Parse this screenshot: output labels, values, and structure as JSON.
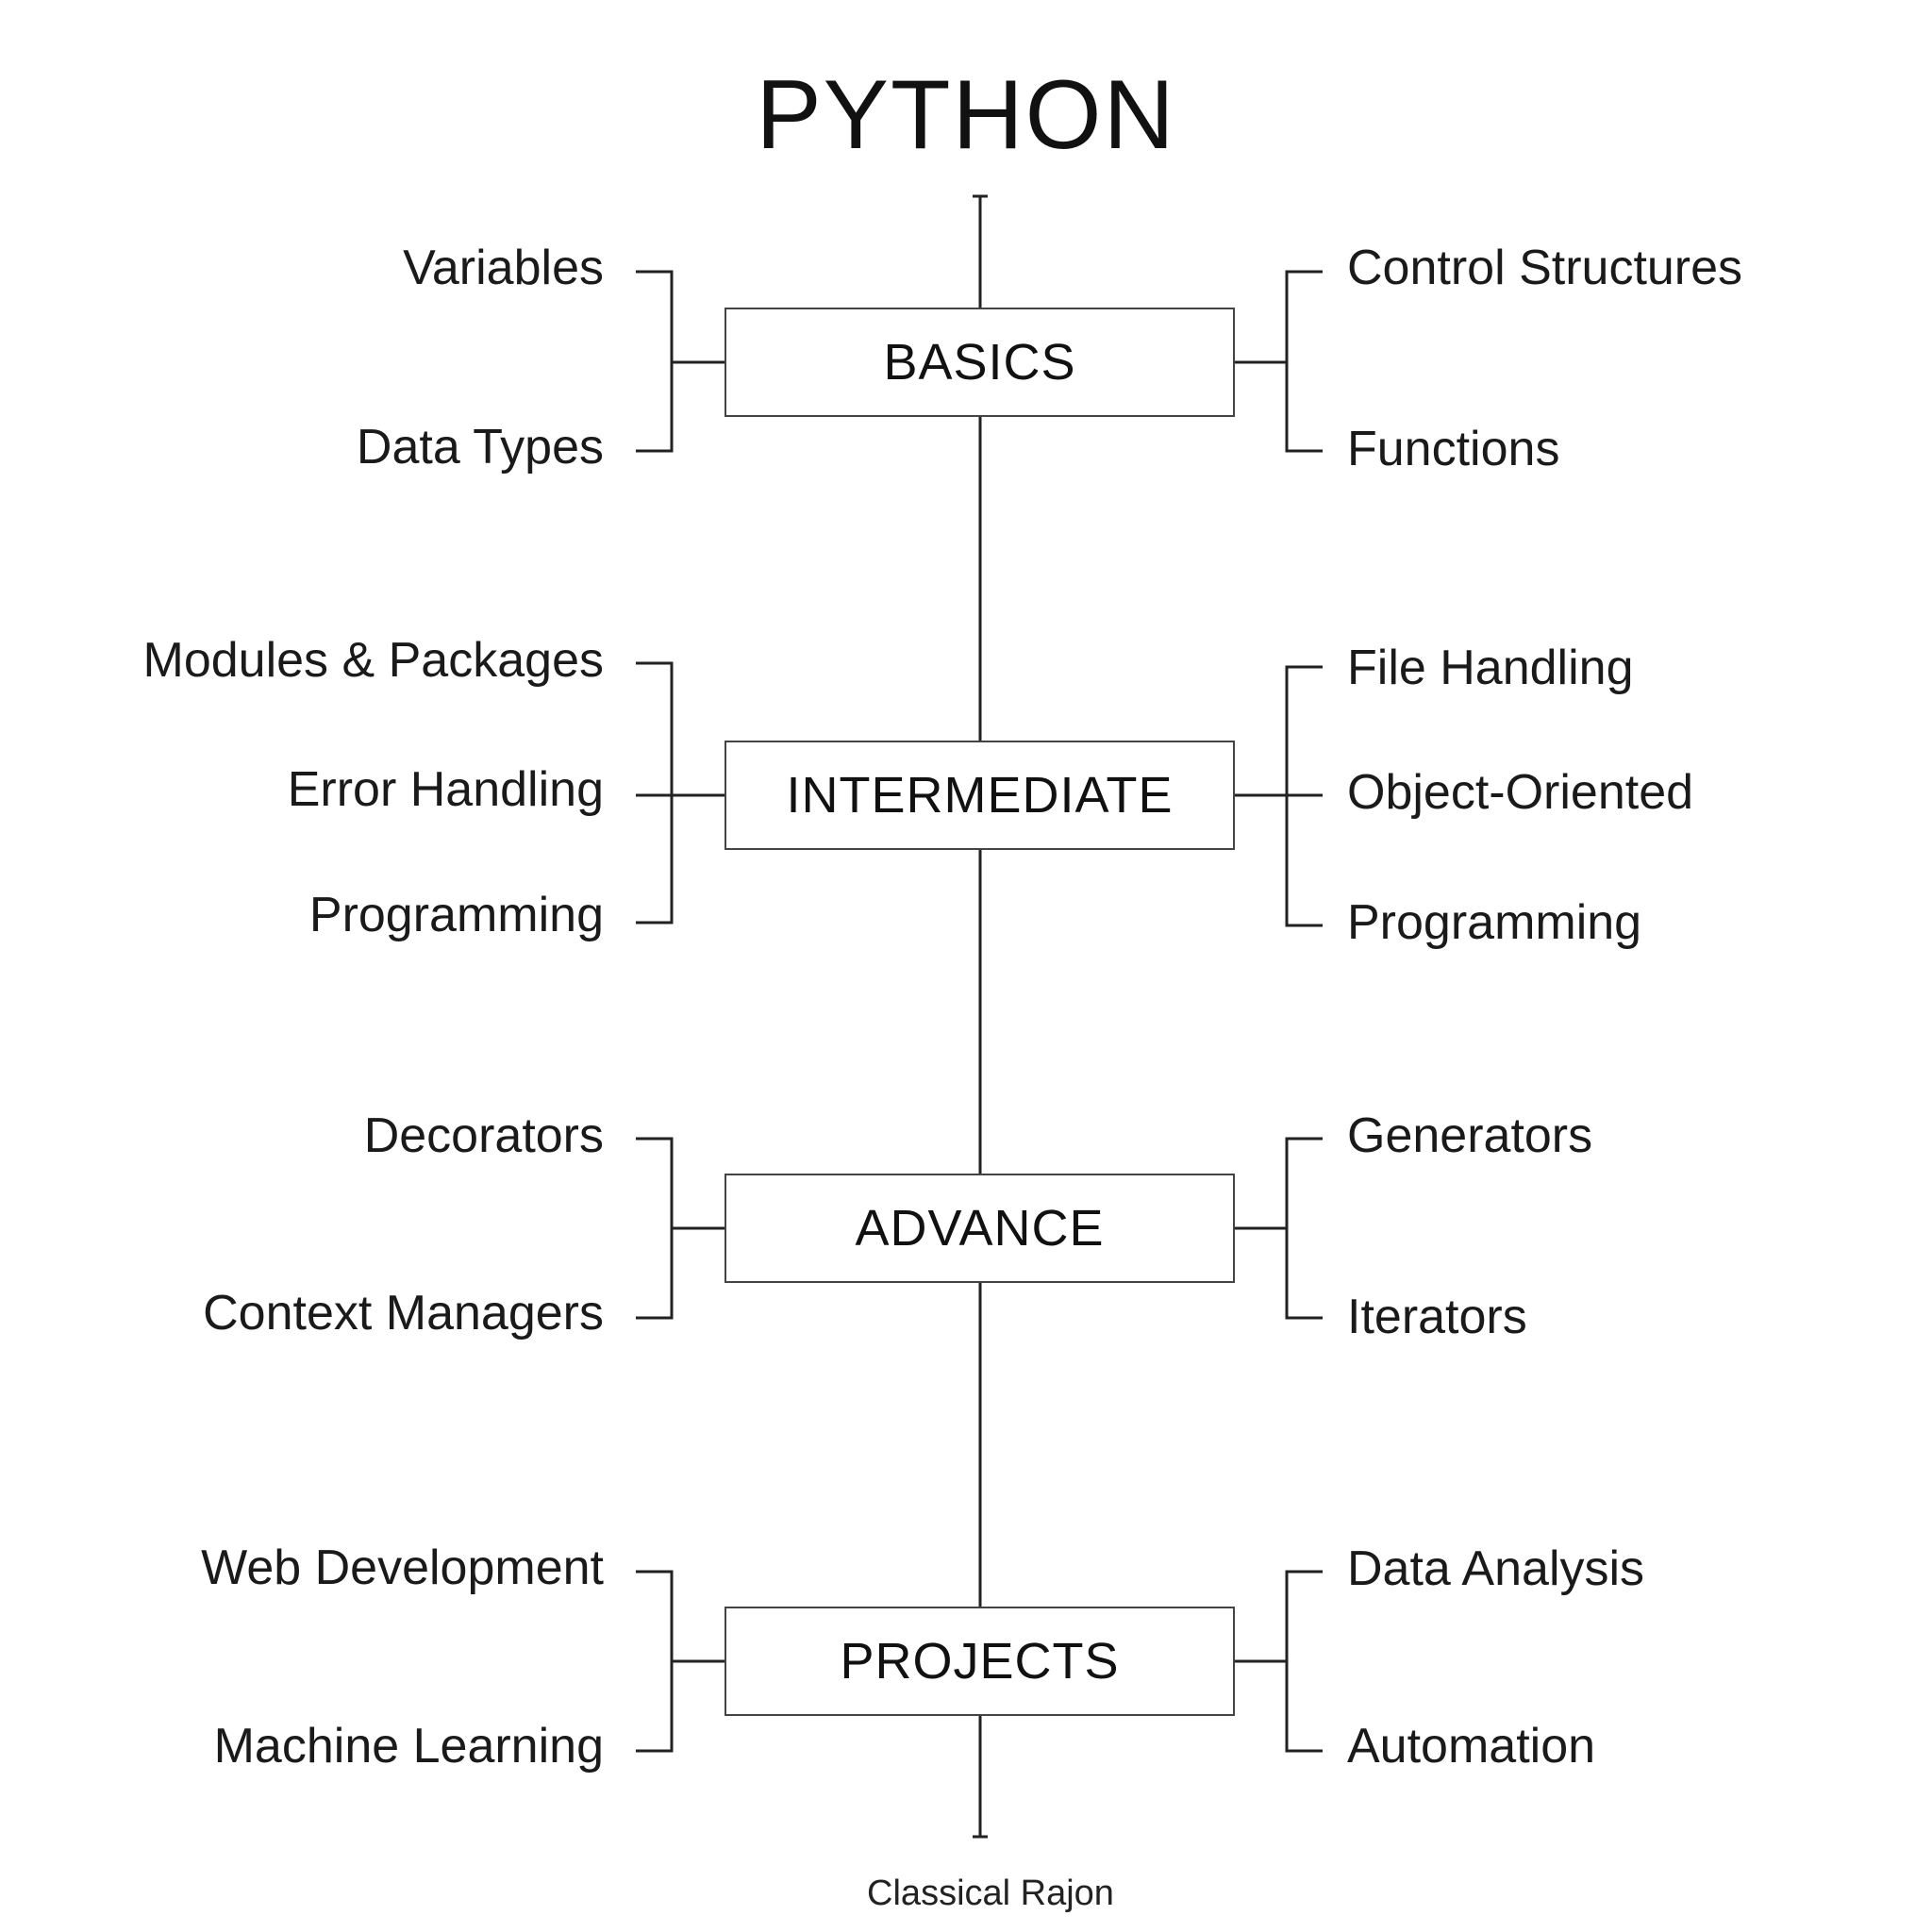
{
  "title": "PYTHON",
  "footer": "Classical Rajon",
  "stages": [
    {
      "label": "BASICS",
      "left": [
        "Variables",
        "Data Types"
      ],
      "right": [
        "Control Structures",
        "Functions"
      ]
    },
    {
      "label": "INTERMEDIATE",
      "left": [
        "Modules & Packages",
        "Error Handling",
        "Programming"
      ],
      "right": [
        "File Handling",
        "Object-Oriented",
        "Programming"
      ]
    },
    {
      "label": "ADVANCE",
      "left": [
        "Decorators",
        "Context Managers"
      ],
      "right": [
        "Generators",
        "Iterators"
      ]
    },
    {
      "label": "PROJECTS",
      "left": [
        "Web Development",
        "Machine Learning"
      ],
      "right": [
        "Data Analysis",
        "Automation"
      ]
    }
  ]
}
